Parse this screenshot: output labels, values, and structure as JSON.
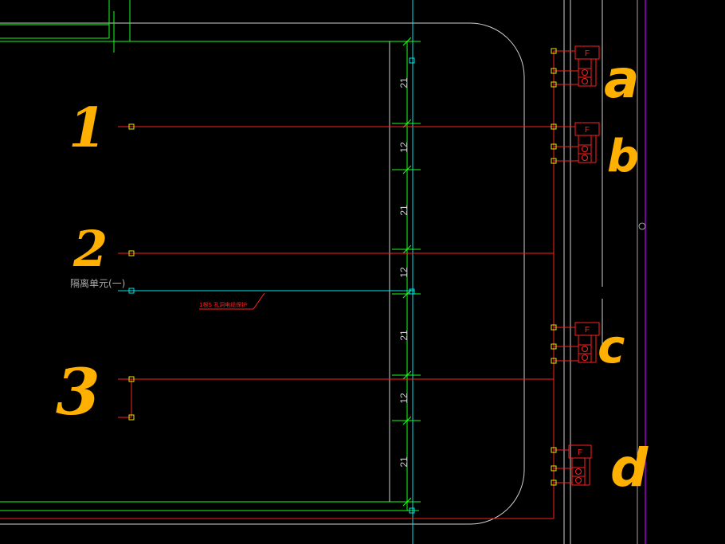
{
  "dimensions": [
    "21",
    "12",
    "21",
    "12",
    "21",
    "12",
    "21"
  ],
  "zone_labels": [
    "1",
    "2",
    "3"
  ],
  "panel_labels": [
    "a",
    "b",
    "c",
    "d"
  ],
  "panel_device_letter": "F",
  "unit_label": "隔离单元(一)",
  "red_note": "1根S 孔洞电缆保护",
  "colors": {
    "green": "#18ff18",
    "cyan": "#00e5e5",
    "red": "#ff2020",
    "yellow": "#e8e800",
    "orange": "#ffb000",
    "magenta": "#c000ff",
    "white": "#cfcfcf",
    "gray": "#7a7a7a"
  }
}
